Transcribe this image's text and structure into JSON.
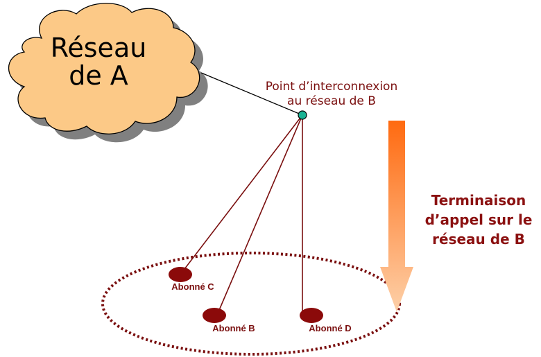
{
  "cloud": {
    "line1": "Réseau",
    "line2": "de A"
  },
  "interconnect": {
    "line1": "Point d’interconnexion",
    "line2": "au réseau de B"
  },
  "subscribers": {
    "c": "Abonné C",
    "b": "Abonné B",
    "d": "Abonné D"
  },
  "termination": {
    "line1": "Terminaison",
    "line2": "d’appel sur le",
    "line3": "réseau de B"
  },
  "colors": {
    "line": "#7a0f0f",
    "node": "#1ab394",
    "cloud_fill": "#fcc987",
    "cloud_shadow": "#808080",
    "subscriber_fill": "#8b0a0a",
    "arrow_top": "#ff6a10",
    "arrow_bottom": "#fdd0a8"
  }
}
